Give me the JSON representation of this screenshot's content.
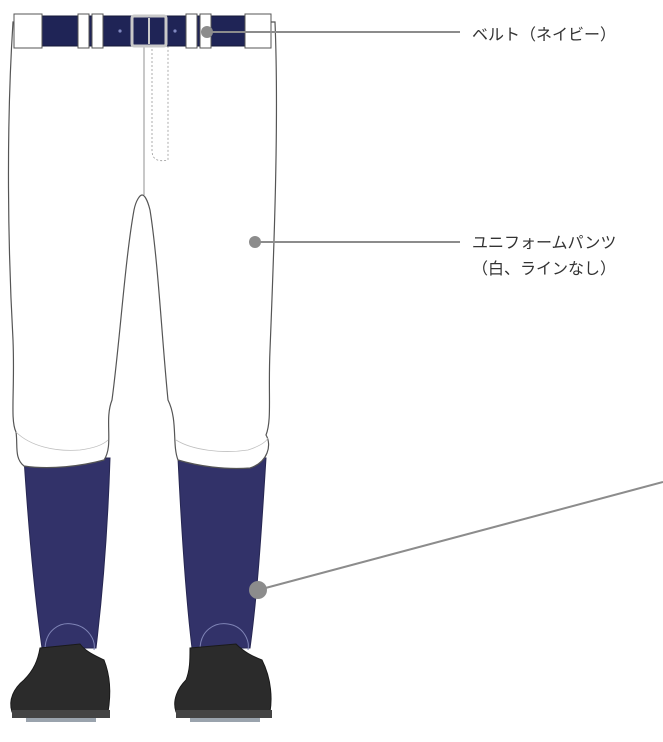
{
  "colors": {
    "belt": "#1f2456",
    "socks": "#323269",
    "pants": "#ffffff",
    "outline": "#5b5b5b",
    "shoes": "#2b2b2b",
    "leader": "#8c8c8c",
    "text": "#333333"
  },
  "labels": {
    "belt": "ベルト（ネイビー）",
    "pants_line1": "ユニフォームパンツ",
    "pants_line2": "（白、ラインなし）"
  }
}
